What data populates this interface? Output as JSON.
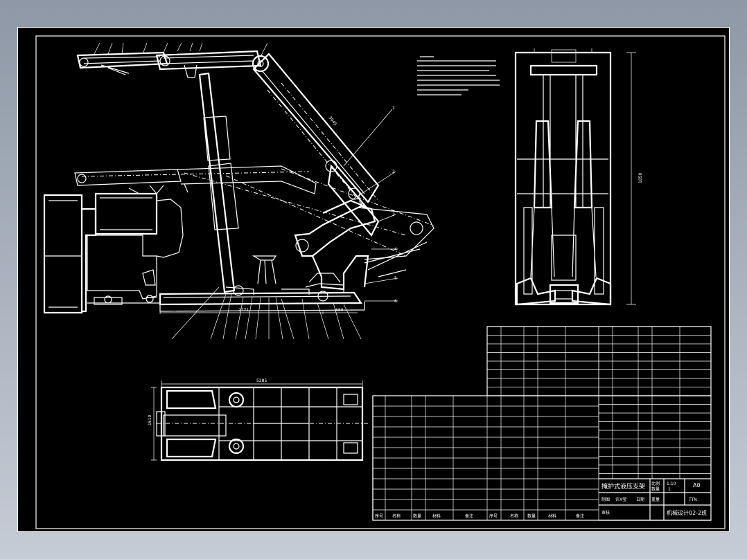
{
  "drawing": {
    "title": "掩护式液压支架",
    "school": "机械设计02-2班",
    "scale_label": "比例",
    "scale_value": "1:10",
    "sheet_size": "A0",
    "count_label": "数量",
    "count_value": "1",
    "weight_label": "重量",
    "unit": "TTN",
    "design_label": "制图",
    "check_label": "审核",
    "date_label": "日期",
    "designer_value": "许X莹"
  },
  "dimensions": {
    "base_length": "2771",
    "front_length": "680",
    "plan_length": "5285",
    "plan_width": "1610",
    "side_height": "1850",
    "canopy_diag": "3945"
  },
  "bom_header": {
    "no": "序号",
    "name": "名称",
    "qty": "数量",
    "material": "材料",
    "note": "备注"
  }
}
